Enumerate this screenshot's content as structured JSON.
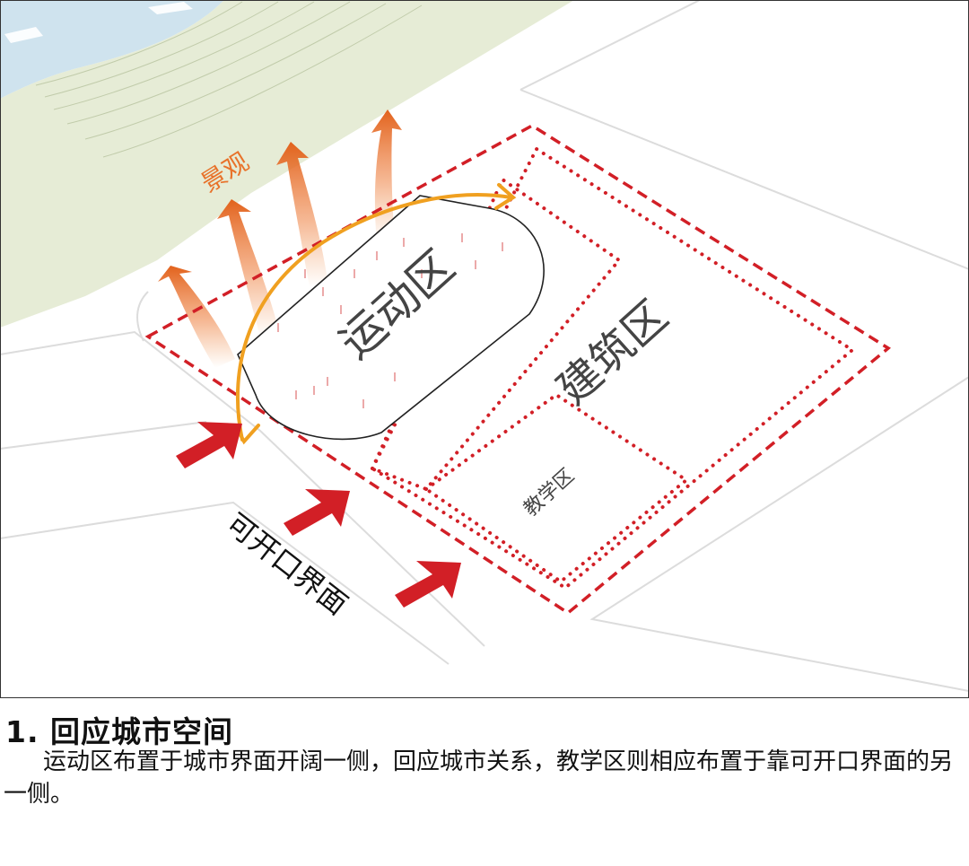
{
  "labels": {
    "landscape": "景观",
    "sports_zone": "运动区",
    "building_zone": "建筑区",
    "teaching_zone": "教学区",
    "open_interface": "可开口界面"
  },
  "caption": {
    "title": "1. 回应城市空间",
    "body": "运动区布置于城市界面开阔一侧，回应城市关系，教学区则相应布置于靠可开口界面的另一侧。"
  },
  "colors": {
    "water": "#cfe3ee",
    "greenery": "#e6ecd6",
    "zone_line": "#d21f26",
    "entry_arrow": "#d21f26",
    "view_arrow": "#e8722a",
    "path_arrow": "#f0a020",
    "landscape_text": "#e8722a"
  },
  "icons": {
    "entry": "arrow-up-right-icon",
    "view": "flared-arrow-icon",
    "path": "curved-arrow-icon"
  }
}
